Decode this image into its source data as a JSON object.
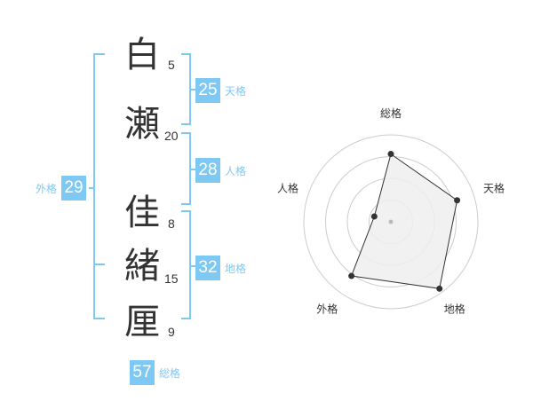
{
  "name_chars": [
    {
      "char": "白",
      "strokes": "5"
    },
    {
      "char": "瀬",
      "strokes": "20"
    },
    {
      "char": "佳",
      "strokes": "8"
    },
    {
      "char": "緒",
      "strokes": "15"
    },
    {
      "char": "厘",
      "strokes": "9"
    }
  ],
  "fortunes": {
    "tenkaku": {
      "value": "25",
      "label": "天格"
    },
    "jinkaku": {
      "value": "28",
      "label": "人格"
    },
    "chikaku": {
      "value": "32",
      "label": "地格"
    },
    "gaikaku": {
      "value": "29",
      "label": "外格"
    },
    "soukaku": {
      "value": "57",
      "label": "総格"
    }
  },
  "colors": {
    "accent": "#7ec9f4",
    "text": "#333333",
    "grid": "#cccccc",
    "fill": "#eeeeee"
  },
  "chart_data": {
    "type": "radar",
    "axes": [
      "総格",
      "天格",
      "地格",
      "外格",
      "人格"
    ],
    "values": [
      0.78,
      0.8,
      0.95,
      0.77,
      0.2
    ],
    "rmax": 1,
    "rings": 4
  }
}
